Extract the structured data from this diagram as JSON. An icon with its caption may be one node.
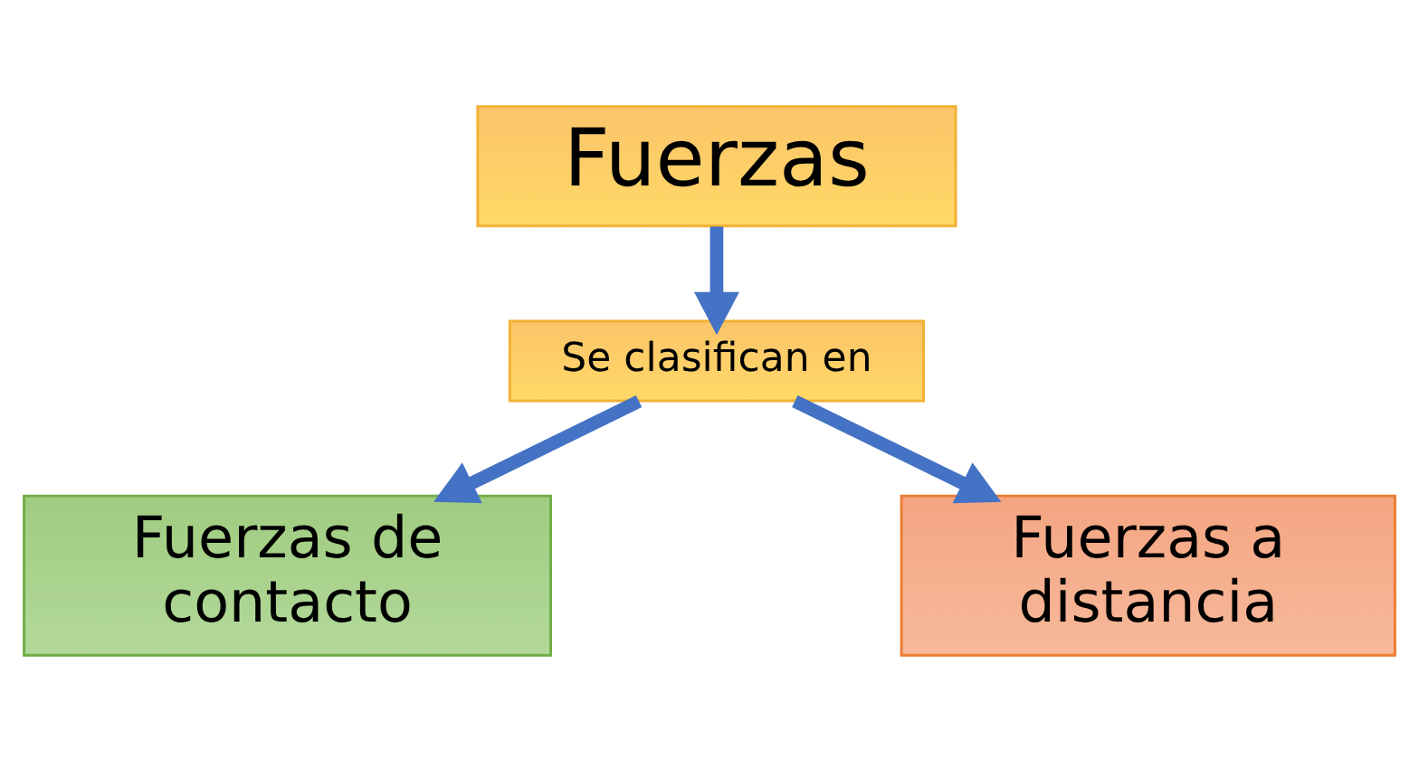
{
  "diagram": {
    "nodes": [
      {
        "text": [
          "Fuerzas"
        ]
      },
      {
        "text": [
          "Se clasifican en"
        ]
      },
      {
        "text": [
          "Fuerzas de contacto"
        ]
      },
      {
        "text": [
          "Fuerzas a distancia"
        ]
      }
    ],
    "edges": [
      {
        "from": 0,
        "to": 1,
        "arrow": "to"
      },
      {
        "from": 1,
        "to": 2,
        "arrow": "to"
      },
      {
        "from": 1,
        "to": 3,
        "arrow": "to"
      }
    ]
  }
}
